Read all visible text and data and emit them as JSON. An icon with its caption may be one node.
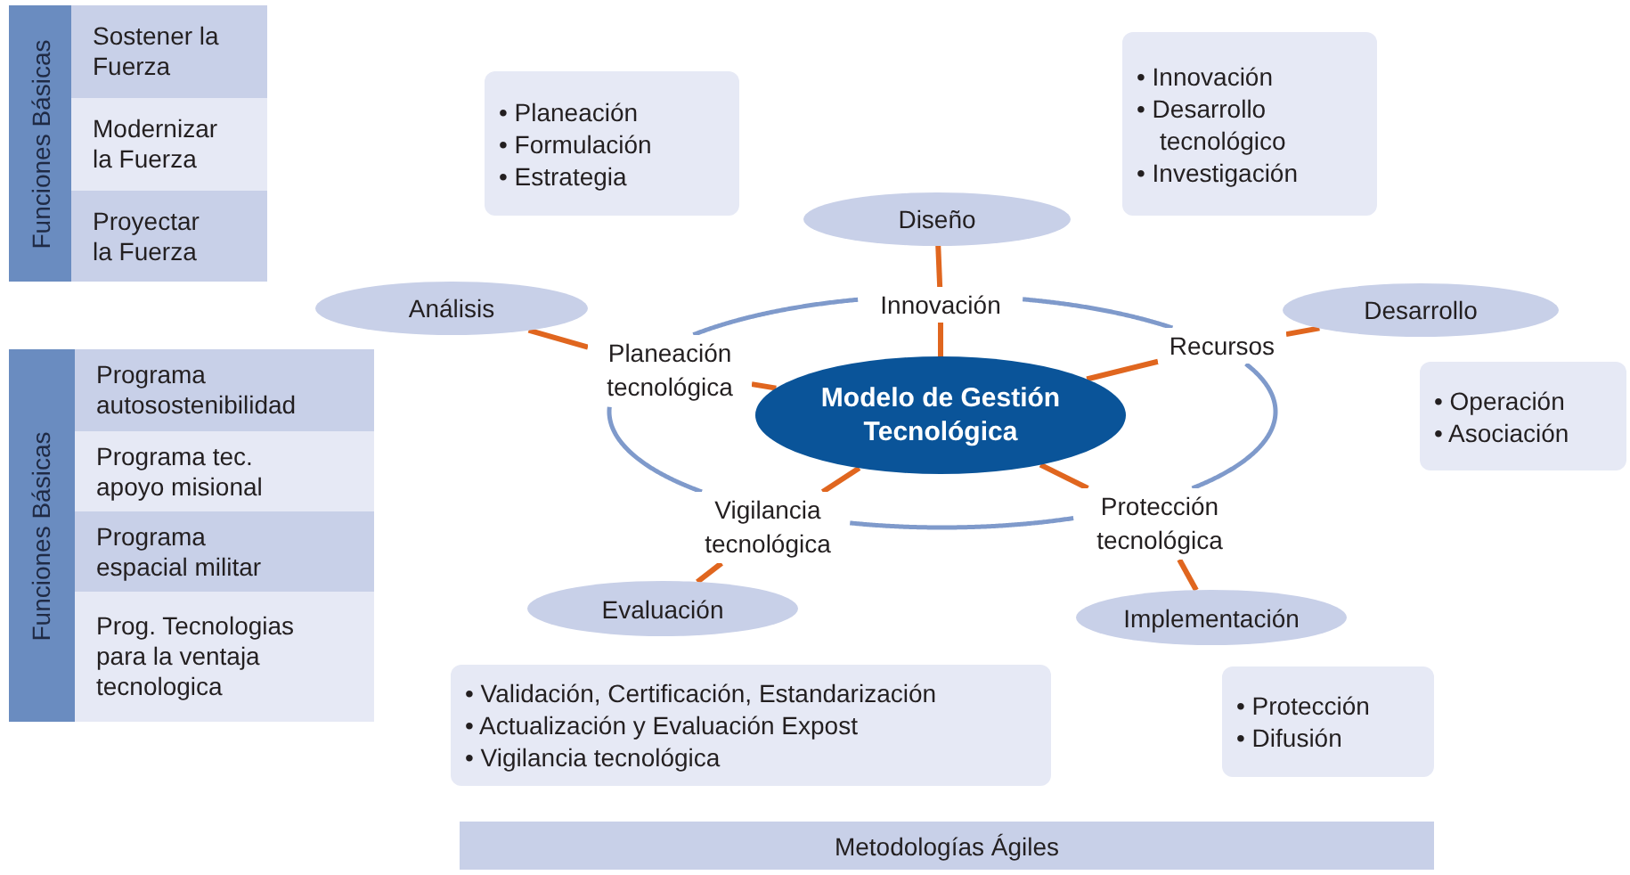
{
  "diagram": {
    "nodes": [
      {
        "text": [
          "Funciones Básicas"
        ]
      },
      {
        "text": [
          "Sostener la Fuerza"
        ],
        "in": 0
      },
      {
        "text": [
          "Modernizar la Fuerza"
        ],
        "in": 0
      },
      {
        "text": [
          "Proyectar la Fuerza"
        ],
        "in": 0
      },
      {
        "text": [
          "Funciones Básicas"
        ]
      },
      {
        "text": [
          "Programa autosostenibilidad"
        ],
        "in": 4
      },
      {
        "text": [
          "Programa tec. apoyo misional"
        ],
        "in": 4
      },
      {
        "text": [
          "Programa espacial militar"
        ],
        "in": 4
      },
      {
        "text": [
          "Prog. Tecnologias para la ventaja tecnologica"
        ],
        "in": 4
      },
      {
        "text": [
          "• Planeación",
          "• Formulación",
          "• Estrategia"
        ]
      },
      {
        "text": [
          "• Innovación",
          "• Desarrollo tecnológico",
          "• Investigación"
        ]
      },
      {
        "text": [
          "• Operación",
          "• Asociación"
        ]
      },
      {
        "text": [
          "• Validación, Certificación, Estandarización",
          "• Actualización y Evaluación Expost",
          "• Vigilancia tecnológica"
        ]
      },
      {
        "text": [
          "• Protección",
          "• Difusión"
        ]
      },
      {
        "text": [
          "Metodologías Ágiles"
        ]
      },
      {
        "text": [
          "Diseño"
        ]
      },
      {
        "text": [
          "Análisis"
        ]
      },
      {
        "text": [
          "Desarrollo"
        ]
      },
      {
        "text": [
          "Evaluación"
        ]
      },
      {
        "text": [
          "Implementación"
        ]
      },
      {
        "text": [
          "Modelo de Gestión Tecnológica"
        ]
      },
      {
        "text": [
          "Innovación"
        ]
      },
      {
        "text": [
          "Planeación tecnológica"
        ]
      },
      {
        "text": [
          "Recursos"
        ]
      },
      {
        "text": [
          "Vigilancia tecnológica"
        ]
      },
      {
        "text": [
          "Protección tecnológica"
        ]
      }
    ],
    "edges": [
      {
        "from": 15,
        "to": 21,
        "arrow": "none"
      },
      {
        "from": 21,
        "to": 20,
        "arrow": "none"
      },
      {
        "from": 16,
        "to": 22,
        "arrow": "none"
      },
      {
        "from": 22,
        "to": 20,
        "arrow": "none"
      },
      {
        "from": 17,
        "to": 23,
        "arrow": "none"
      },
      {
        "from": 23,
        "to": 20,
        "arrow": "none"
      },
      {
        "from": 18,
        "to": 24,
        "arrow": "none"
      },
      {
        "from": 24,
        "to": 20,
        "arrow": "none"
      },
      {
        "from": 19,
        "to": 25,
        "arrow": "none"
      },
      {
        "from": 25,
        "to": 20,
        "arrow": "none"
      },
      {
        "from": 21,
        "to": 23,
        "arrow": "none",
        "color": "#7f9acb"
      },
      {
        "from": 23,
        "to": 25,
        "arrow": "none",
        "color": "#7f9acb"
      },
      {
        "from": 25,
        "to": 24,
        "arrow": "none",
        "color": "#7f9acb"
      },
      {
        "from": 24,
        "to": 22,
        "arrow": "none",
        "color": "#7f9acb"
      },
      {
        "from": 22,
        "to": 21,
        "arrow": "none",
        "color": "#7f9acb"
      }
    ]
  }
}
